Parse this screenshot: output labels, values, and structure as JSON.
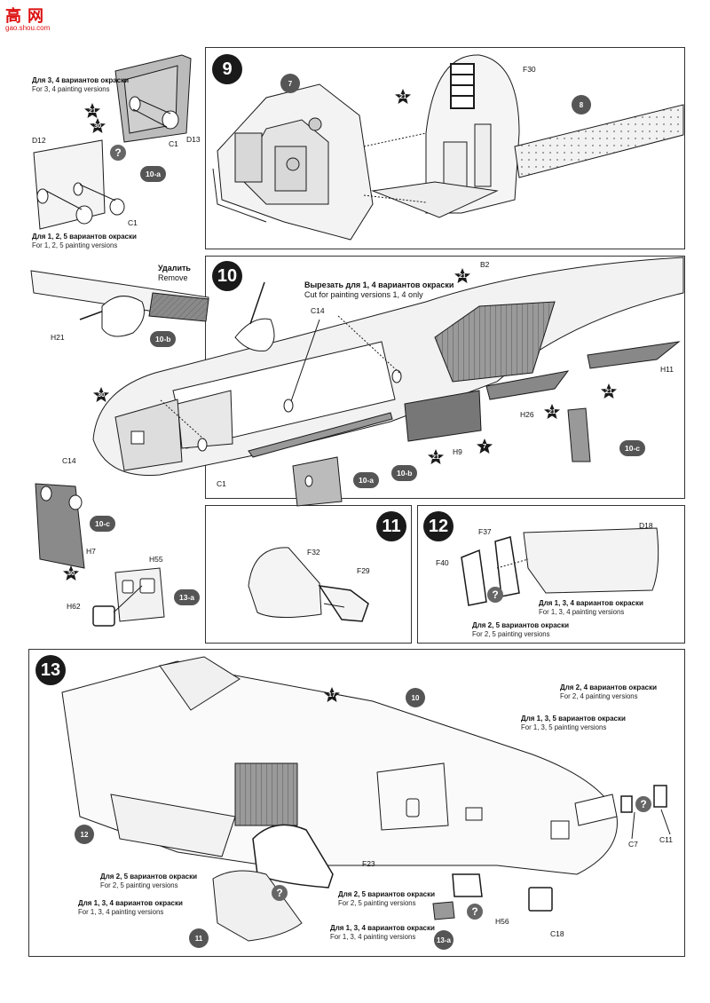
{
  "watermark": {
    "chars": "高 网",
    "url": "gao.shou.com"
  },
  "step9": {
    "number": "9",
    "labels": {
      "f30": "F30",
      "b21": "21",
      "b7": "7",
      "b8": "8"
    }
  },
  "inset_d13": {
    "caption_ru": "Для 3, 4 вариантов окраски",
    "caption_en": "For 3, 4 painting versions",
    "d13": "D13",
    "c1": "C1",
    "star21": "21",
    "star30": "30"
  },
  "inset_10a": {
    "d12": "D12",
    "c1": "C1",
    "ref": "10-a",
    "caption_ru": "Для 1, 2, 5 вариантов окраски",
    "caption_en": "For 1, 2, 5 painting versions"
  },
  "inset_10b": {
    "remove_ru": "Удалить",
    "remove_en": "Remove",
    "h21": "H21",
    "ref": "10-b"
  },
  "step10": {
    "number": "10",
    "cut_ru": "Вырезать для 1, 4 вариантов окраски",
    "cut_en": "Cut for painting versions 1, 4 only",
    "b2": "B2",
    "c14": "C14",
    "h11": "H11",
    "h26": "H26",
    "h9": "H9",
    "c1": "C1",
    "star21a": "21",
    "star21b": "21",
    "star21c": "21",
    "star21d": "21",
    "star7": "7",
    "star30": "30",
    "ref10c": "10-c",
    "ref10a": "10-a",
    "ref10b": "10-b"
  },
  "inset_10c": {
    "c14": "C14",
    "ref": "10-c",
    "h7": "H7",
    "star30": "30"
  },
  "inset_13a": {
    "h55": "H55",
    "h62": "H62",
    "ref": "13-a"
  },
  "step11": {
    "number": "11",
    "f32": "F32",
    "f29": "F29"
  },
  "step12": {
    "number": "12",
    "f37": "F37",
    "d18": "D18",
    "f40": "F40",
    "cap1_ru": "Для 1, 3, 4 вариантов окраски",
    "cap1_en": "For 1, 3, 4 painting versions",
    "cap2_ru": "Для 2, 5 вариантов окраски",
    "cap2_en": "For 2, 5 painting versions"
  },
  "step13": {
    "number": "13",
    "b10": "10",
    "star17": "17",
    "b12": "12",
    "f23": "F23",
    "b11": "11",
    "c7": "C7",
    "c11": "C11",
    "h56": "H56",
    "c18": "C18",
    "ref13a": "13-a",
    "cap_c11_ru": "Для 2, 4 вариантов окраски",
    "cap_c11_en": "For 2, 4 painting versions",
    "cap_c7_ru": "Для 1, 3, 5 вариантов окраски",
    "cap_c7_en": "For 1, 3, 5 painting versions",
    "cap_f23_ru": "Для 2, 5 вариантов окраски",
    "cap_f23_en": "For 2, 5 painting versions",
    "cap_11_ru": "Для 1, 3, 4 вариантов окраски",
    "cap_11_en": "For 1, 3, 4 painting versions",
    "cap_h56_ru": "Для 2, 5 вариантов окраски",
    "cap_h56_en": "For 2, 5 painting versions",
    "cap_13a_ru": "Для 1, 3, 4 вариантов окраски",
    "cap_13a_en": "For 1, 3, 4 painting versions"
  },
  "colors": {
    "ink": "#1a1a1a",
    "grey_part": "#7a7a7a",
    "light_fill": "#efefef"
  }
}
